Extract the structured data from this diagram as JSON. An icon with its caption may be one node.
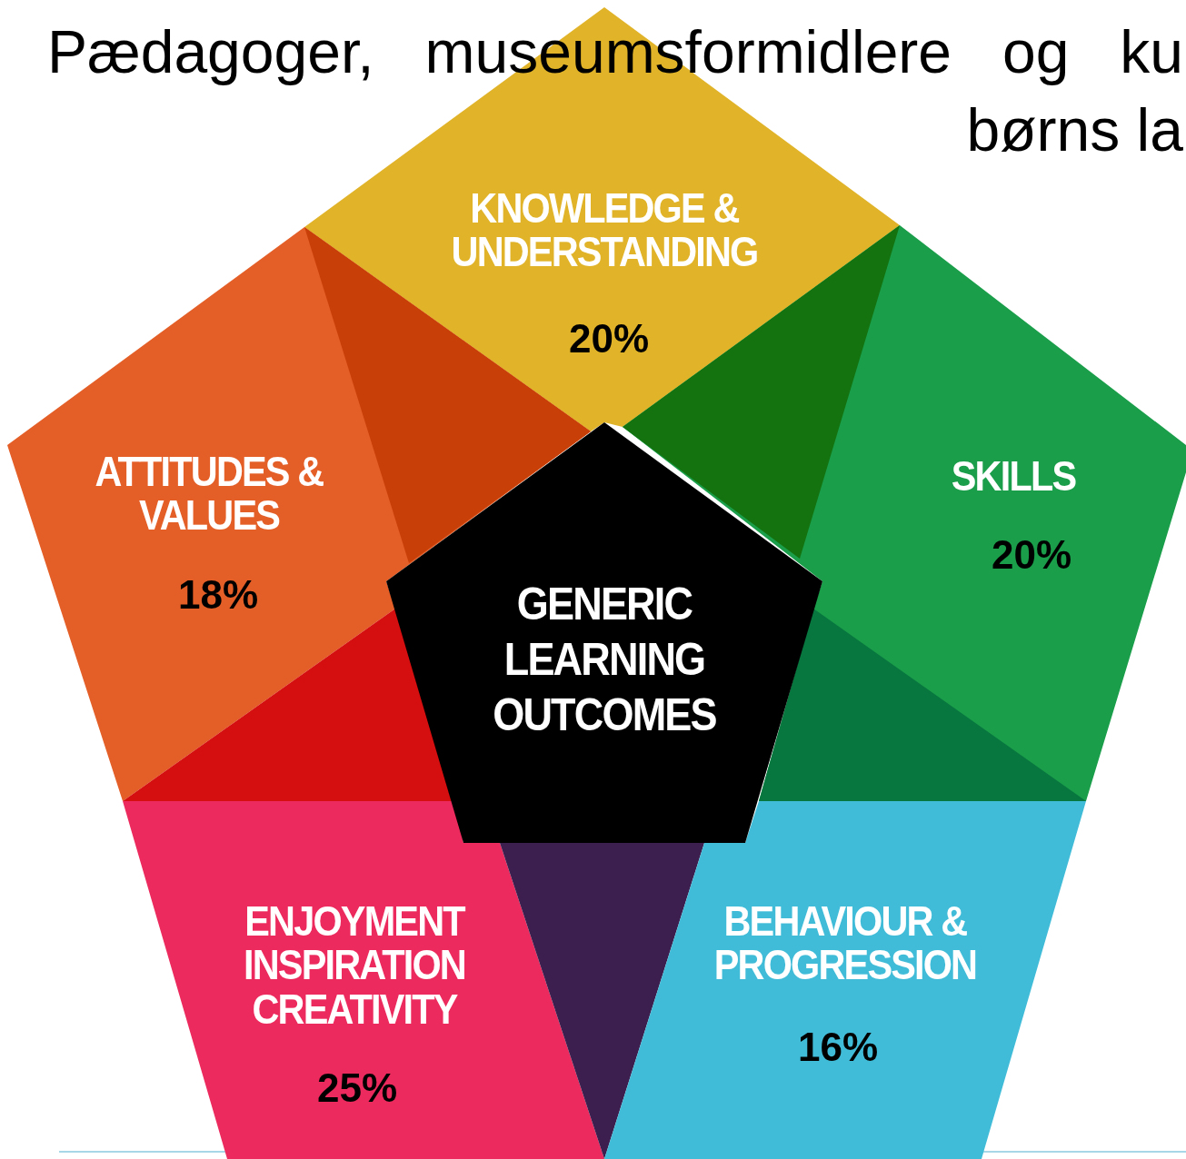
{
  "diagram": {
    "title": "Pædagoger, museumsformidlere og ku børns la",
    "nodes": [
      {
        "text": [
          "GENERIC LEARNING OUTCOMES"
        ]
      },
      {
        "text": [
          "KNOWLEDGE & UNDERSTANDING",
          "20%"
        ]
      },
      {
        "text": [
          "ATTITUDES & VALUES",
          "18%"
        ]
      },
      {
        "text": [
          "SKILLS",
          "20%"
        ]
      },
      {
        "text": [
          "ENJOYMENT INSPIRATION CREATIVITY",
          "25%"
        ]
      },
      {
        "text": [
          "BEHAVIOUR & PROGRESSION",
          "16%"
        ]
      }
    ]
  }
}
